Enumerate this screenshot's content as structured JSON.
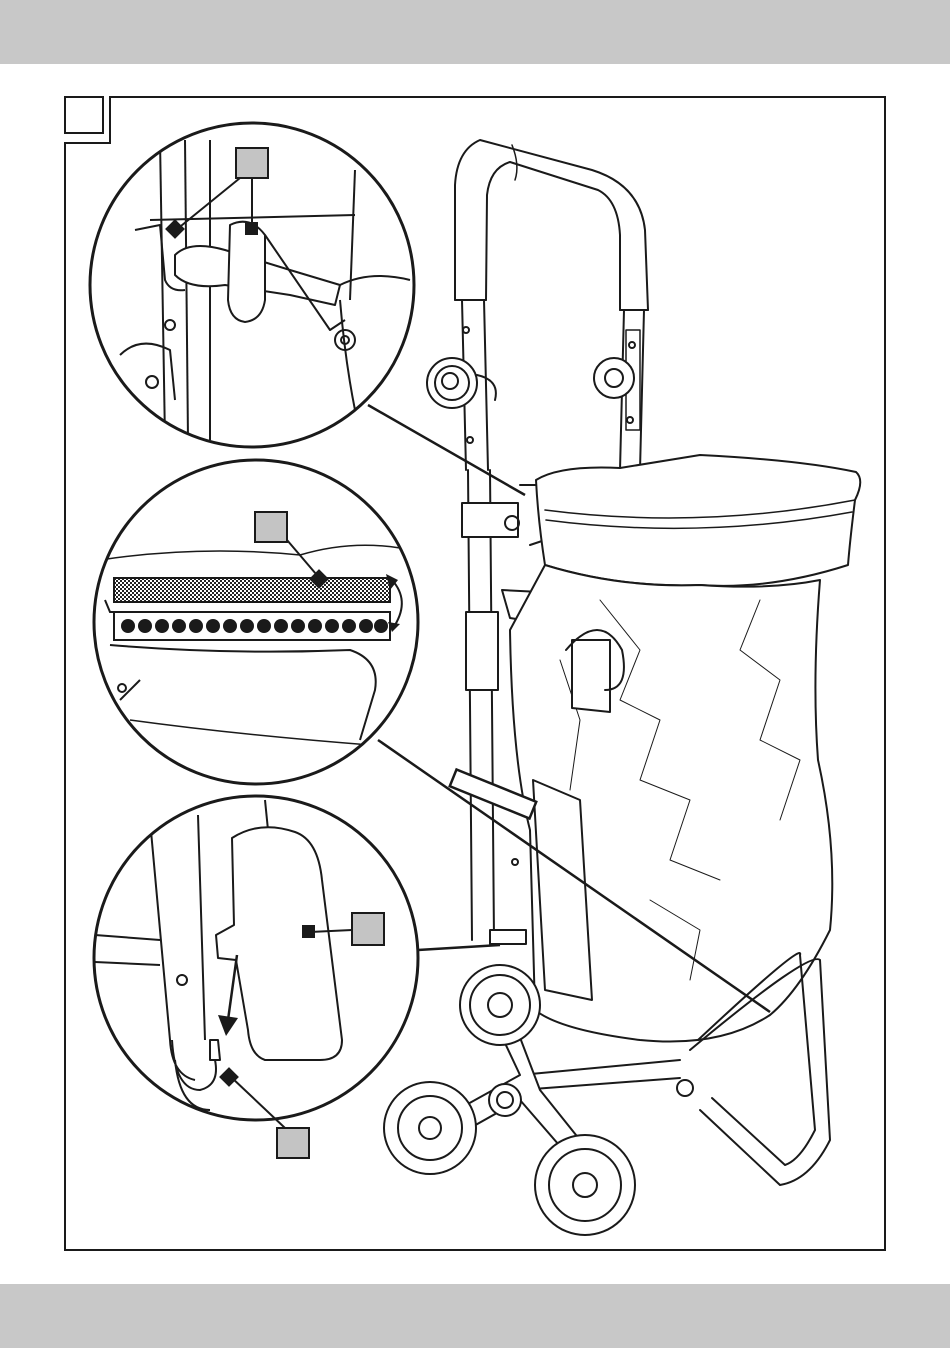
{
  "page": {
    "band_color": "#c8c8c8",
    "line_color": "#1a1a1a",
    "callout_fill": "#c4c4c4",
    "frame_number": "",
    "callout_labels": [
      "",
      "",
      "",
      ""
    ]
  },
  "figure": {
    "subject": "shopping-trolley-with-stair-climbing-wheels",
    "detail_views": [
      {
        "name": "detail-handle-hook",
        "markers": [
          "diamond",
          "square"
        ]
      },
      {
        "name": "detail-bag-velcro",
        "markers": [
          "diamond",
          "double-arrow"
        ]
      },
      {
        "name": "detail-wheel-mount",
        "markers": [
          "square",
          "diamond",
          "arrow"
        ]
      }
    ]
  }
}
